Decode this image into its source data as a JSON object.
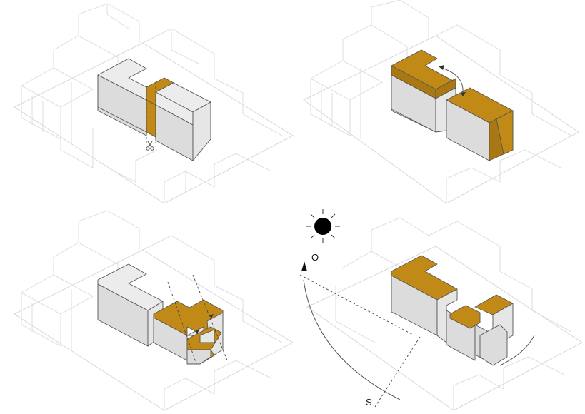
{
  "diagram": {
    "panels": [
      {
        "id": "cut",
        "step": 1
      },
      {
        "id": "separate",
        "step": 2
      },
      {
        "id": "reshape",
        "step": 3
      },
      {
        "id": "solar-orientation",
        "step": 4
      }
    ],
    "sun_path": {
      "label_top": "O",
      "label_bottom": "S"
    },
    "colors": {
      "accent": "#c18a17",
      "accent_dark": "#a97812",
      "volume": "#e4e4e4",
      "line": "#555555",
      "context": "#dedede"
    },
    "icons": [
      "scissors-icon",
      "sun-icon",
      "curved-arrow-icon",
      "north-arrow-icon"
    ]
  }
}
